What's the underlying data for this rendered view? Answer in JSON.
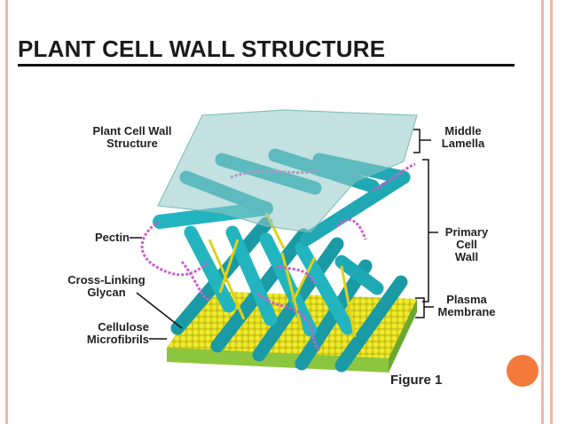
{
  "slide": {
    "title": "PLANT CELL WALL STRUCTURE",
    "accent_color": "#f37a3a",
    "border_color": "#f4b6a6"
  },
  "figure": {
    "heading_line1": "Plant Cell Wall",
    "heading_line2": "Structure",
    "caption": "Figure 1",
    "left_labels": {
      "pectin": "Pectin",
      "cross_linking_line1": "Cross-Linking",
      "cross_linking_line2": "Glycan",
      "cellulose_line1": "Cellulose",
      "cellulose_line2": "Microfibrils"
    },
    "right_labels": {
      "middle_lamella_line1": "Middle",
      "middle_lamella_line2": "Lamella",
      "primary_wall_line1": "Primary",
      "primary_wall_line2": "Cell",
      "primary_wall_line3": "Wall",
      "plasma_line1": "Plasma",
      "plasma_line2": "Membrane"
    },
    "colors": {
      "cellulose": "#1fa9b4",
      "pectin": "#c95fc8",
      "glycan": "#e0d21a",
      "membrane_heads": "#e6e020",
      "membrane_tails": "#7fbf3a",
      "lamella": "#9fd1cf"
    }
  }
}
